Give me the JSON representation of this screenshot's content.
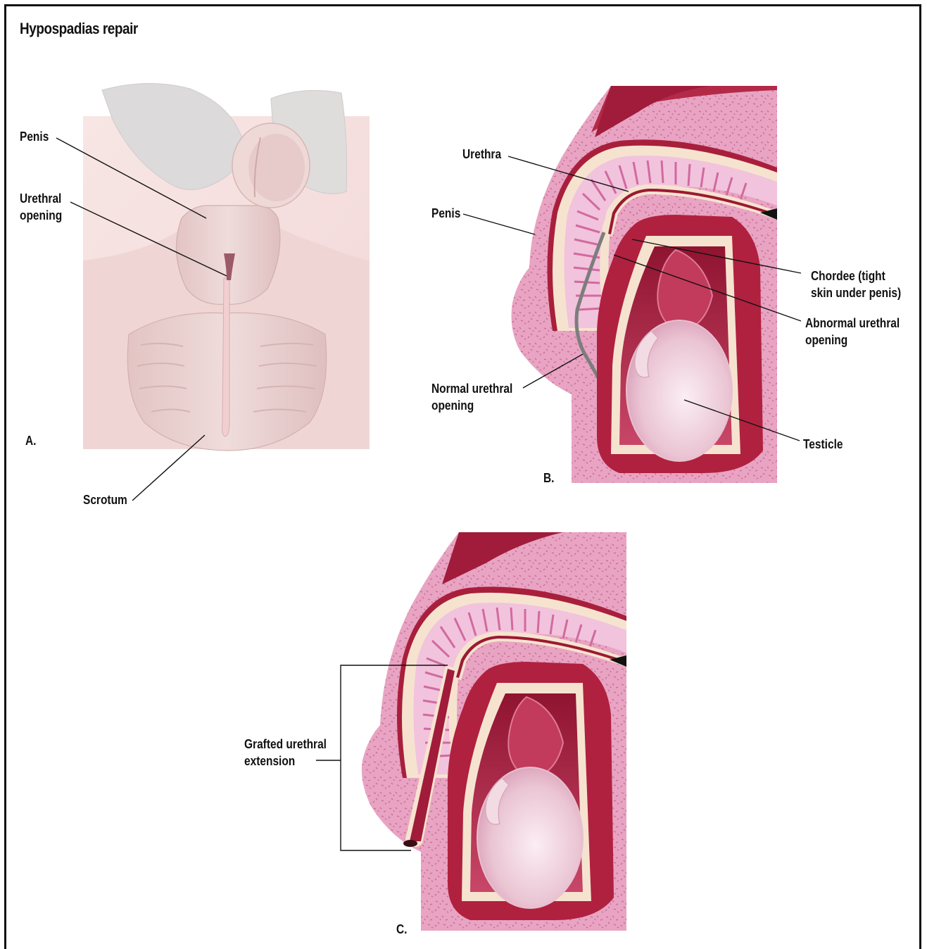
{
  "title": "Hypospadias repair",
  "panels": {
    "a": {
      "letter": "A.",
      "labels": {
        "penis": "Penis",
        "urethral_opening_1": "Urethral",
        "urethral_opening_2": "opening",
        "scrotum": "Scrotum"
      }
    },
    "b": {
      "letter": "B.",
      "labels": {
        "urethra": "Urethra",
        "penis": "Penis",
        "chordee_1": "Chordee (tight",
        "chordee_2": "skin under penis)",
        "abnormal_1": "Abnormal urethral",
        "abnormal_2": "opening",
        "normal_1": "Normal urethral",
        "normal_2": "opening",
        "testicle": "Testicle"
      }
    },
    "c": {
      "letter": "C.",
      "labels": {
        "grafted_1": "Grafted urethral",
        "grafted_2": "extension"
      }
    }
  },
  "colors": {
    "skin_pink": "#e9a9c4",
    "tissue_dark": "#b0213f",
    "tissue_mid": "#c95372",
    "cream": "#f6e3cf",
    "testicle": "#f2d6e0",
    "a_background": "#f6dede",
    "a_organ": "#ead0cf"
  }
}
